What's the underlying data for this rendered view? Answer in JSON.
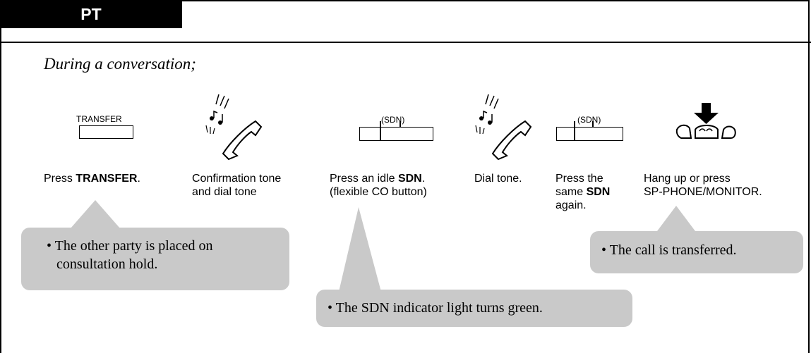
{
  "section": {
    "tab_label": "PT"
  },
  "intro": "During a conversation;",
  "buttons": {
    "transfer": "TRANSFER",
    "sdn1": "(SDN)",
    "sdn2": "(SDN)"
  },
  "icons": {
    "handset1": "handset-tone-icon",
    "handset2": "handset-tone-icon",
    "hangup": "hang-up-icon"
  },
  "steps": [
    {
      "pre": "Press ",
      "bold": "TRANSFER",
      "post": "."
    },
    {
      "line1": "Confirmation tone",
      "line2": "and dial tone"
    },
    {
      "pre": "Press an idle ",
      "bold": "SDN",
      "post": ".",
      "line2": "(flexible CO button)"
    },
    {
      "text": "Dial tone."
    },
    {
      "line1": "Press the",
      "line2_pre": "same ",
      "line2_bold": "SDN",
      "line3": "again."
    },
    {
      "line1": "Hang up or press",
      "line2": "SP-PHONE/MONITOR."
    }
  ],
  "notes": {
    "hold": {
      "line1": "• The other party is placed on",
      "line2": "consultation hold."
    },
    "green": "• The SDN indicator light turns green.",
    "transferred": "• The call is transferred."
  }
}
